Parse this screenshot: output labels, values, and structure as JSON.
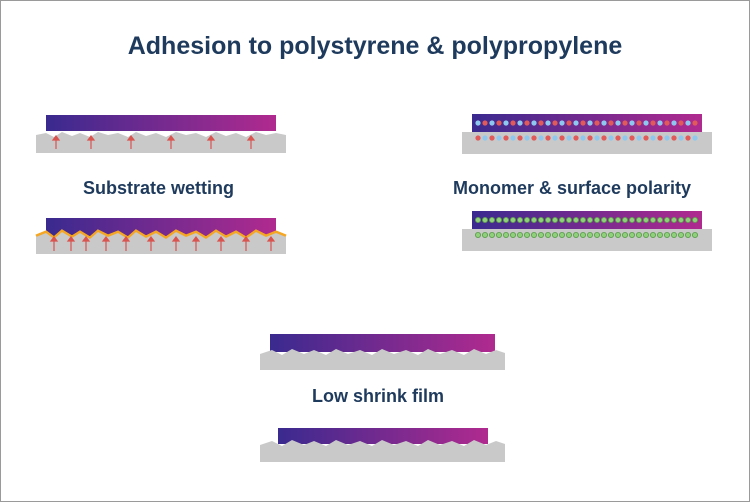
{
  "title": "Adhesion to polystyrene & polypropylene",
  "labels": {
    "substrate_wetting": "Substrate wetting",
    "monomer_polarity": "Monomer & surface polarity",
    "low_shrink": "Low shrink film"
  },
  "colors": {
    "title": "#1e3a5c",
    "film_start": "#3a2a8f",
    "film_end": "#b02a8f",
    "substrate": "#c9c9c9",
    "arrow": "#d9534f",
    "wetting_edge": "#f5a623",
    "dot_plus_blue": "#8fc8ef",
    "dot_minus_red": "#e05a5a",
    "dot_green": "#8fd07a"
  }
}
